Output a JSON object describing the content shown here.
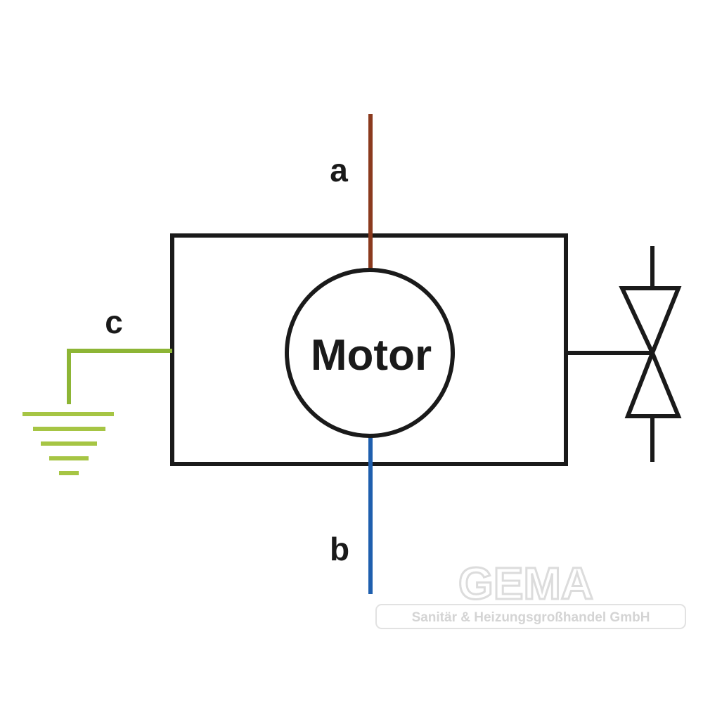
{
  "diagram": {
    "motor_label": "Motor",
    "wire_a_label": "a",
    "wire_b_label": "b",
    "wire_c_label": "c",
    "colors": {
      "outline": "#1a1a1a",
      "wire_a": "#8b3a1e",
      "wire_b": "#1f5fae",
      "wire_c": "#8db535",
      "ground": "#a6c544"
    }
  },
  "watermark": {
    "brand": "GEMA",
    "tagline": "Sanitär & Heizungsgroßhandel GmbH",
    "color": "#dcdcdc"
  }
}
